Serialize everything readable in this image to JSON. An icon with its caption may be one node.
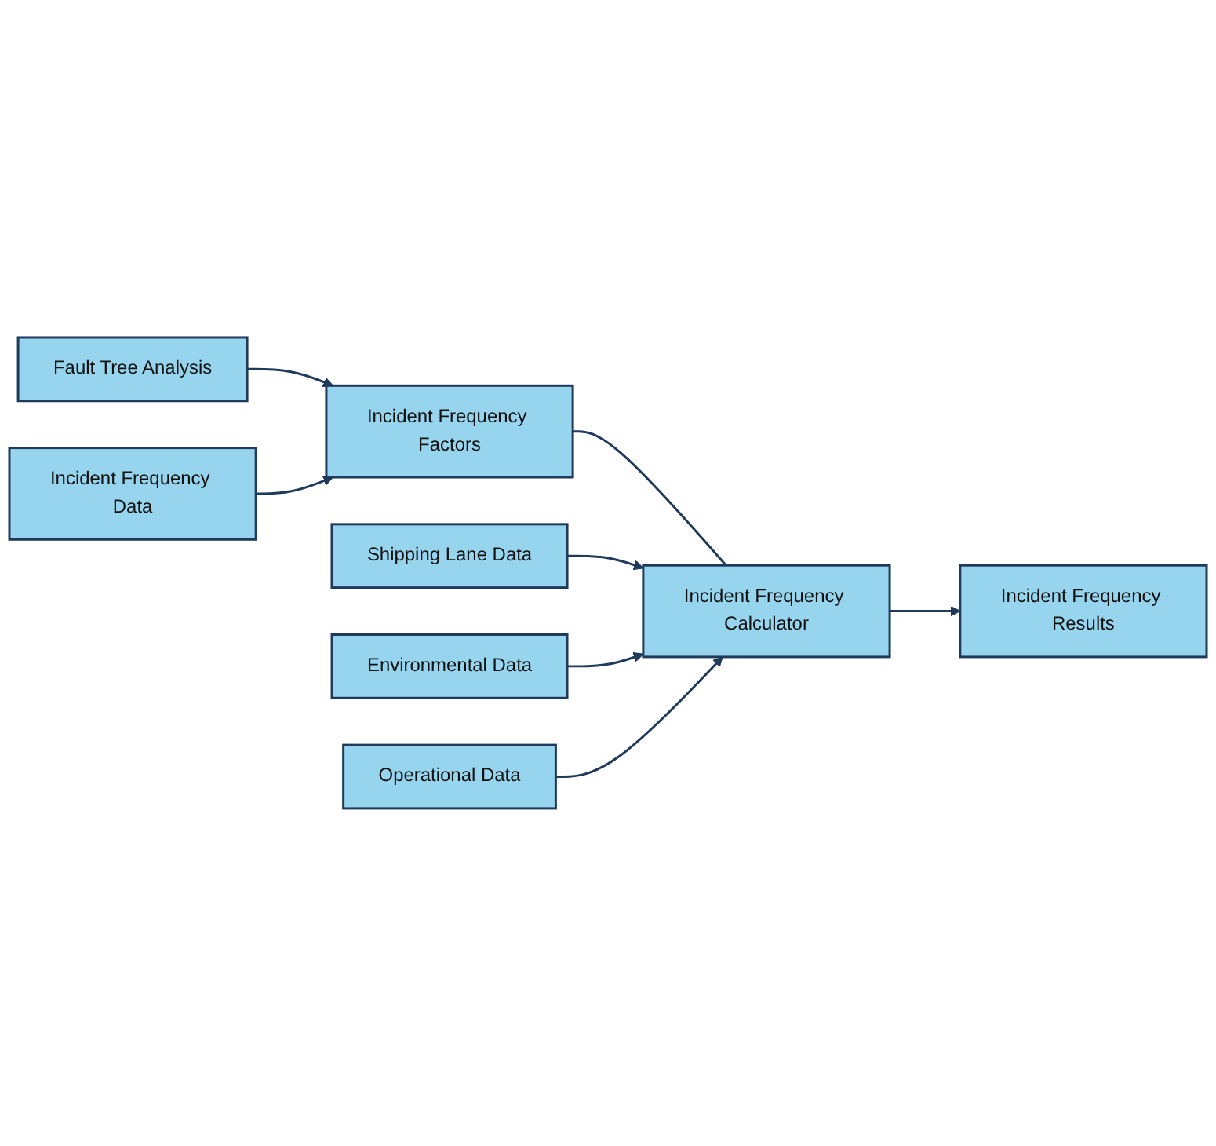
{
  "diagram": {
    "nodes": [
      {
        "text": [
          "Fault Tree Analysis"
        ]
      },
      {
        "text": [
          "Incident Frequency Data"
        ]
      },
      {
        "text": [
          "Incident Frequency Factors"
        ]
      },
      {
        "text": [
          "Shipping Lane Data"
        ]
      },
      {
        "text": [
          "Environmental Data"
        ]
      },
      {
        "text": [
          "Incident Frequency Calculator"
        ]
      },
      {
        "text": [
          "Incident Frequency Results"
        ]
      },
      {
        "text": [
          "Operational Data"
        ]
      }
    ],
    "edges": [
      {
        "from": 0,
        "to": 2,
        "arrow": "to"
      },
      {
        "from": 1,
        "to": 2,
        "arrow": "to"
      },
      {
        "from": 2,
        "to": 5,
        "arrow": "none"
      },
      {
        "from": 3,
        "to": 5,
        "arrow": "to"
      },
      {
        "from": 4,
        "to": 5,
        "arrow": "to"
      },
      {
        "from": 7,
        "to": 5,
        "arrow": "to"
      },
      {
        "from": 5,
        "to": 6,
        "arrow": "to"
      }
    ]
  }
}
